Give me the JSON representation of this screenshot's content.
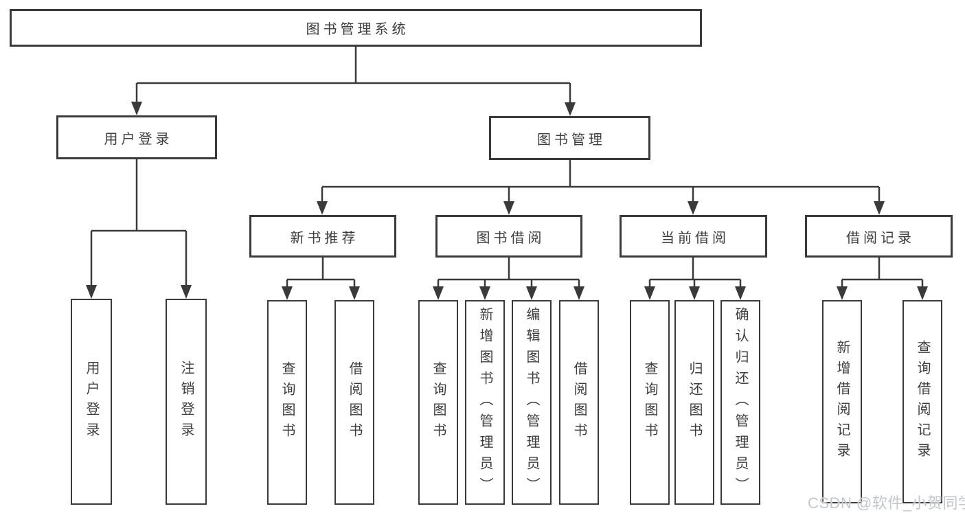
{
  "diagram": {
    "root": {
      "label": "图书管理系统",
      "children": [
        {
          "label": "用户登录",
          "children": [
            {
              "label": "用户登录"
            },
            {
              "label": "注销登录"
            }
          ]
        },
        {
          "label": "图书管理",
          "children": [
            {
              "label": "新书推荐",
              "children": [
                {
                  "label": "查询图书"
                },
                {
                  "label": "借阅图书"
                }
              ]
            },
            {
              "label": "图书借阅",
              "children": [
                {
                  "label": "查询图书"
                },
                {
                  "label": "新增图书（管理员）"
                },
                {
                  "label": "编辑图书（管理员）"
                },
                {
                  "label": "借阅图书"
                }
              ]
            },
            {
              "label": "当前借阅",
              "children": [
                {
                  "label": "查询图书"
                },
                {
                  "label": "归还图书"
                },
                {
                  "label": "确认归还（管理员）"
                }
              ]
            },
            {
              "label": "借阅记录",
              "children": [
                {
                  "label": "新增借阅记录"
                },
                {
                  "label": "查询借阅记录"
                }
              ]
            }
          ]
        }
      ]
    },
    "watermark": "CSDN @软件_小贺同学",
    "colors": {
      "line": "#3a3a3a",
      "text": "#3d3d3d",
      "box_background": "#ffffff",
      "watermark": "#c3c6ca"
    }
  }
}
